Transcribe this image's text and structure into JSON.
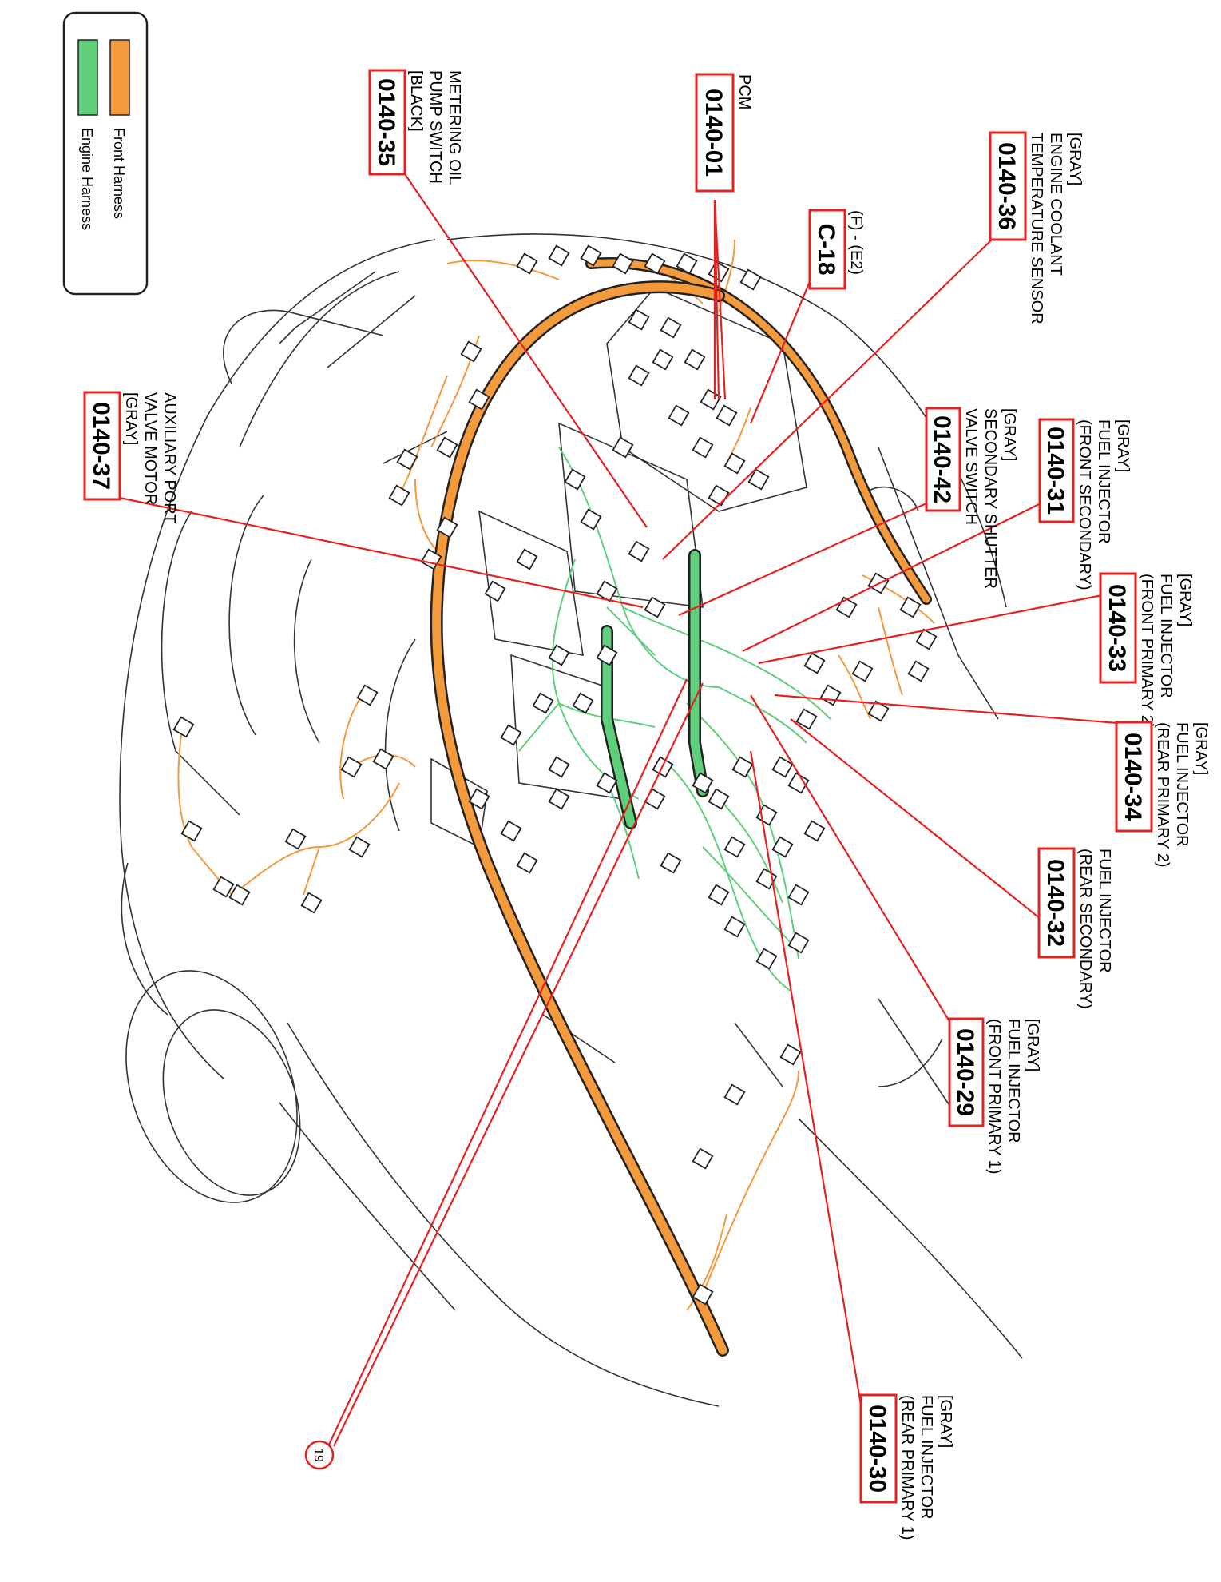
{
  "colors": {
    "front_harness": "#f39a3c",
    "engine_harness": "#5fcf7b",
    "callout": "#e52121",
    "outline": "#333333"
  },
  "legend": {
    "front": "Front Harness",
    "engine": "Engine Harness"
  },
  "callouts": [
    {
      "id": "c3501",
      "code": "0140-01",
      "lines": [
        "PCM"
      ]
    },
    {
      "id": "c3535",
      "code": "0140-35",
      "lines": [
        "METERING OIL",
        "PUMP SWITCH",
        "[BLACK]"
      ]
    },
    {
      "id": "c18",
      "code": "C-18",
      "lines": [
        "(F) - (E2)"
      ]
    },
    {
      "id": "c3536",
      "code": "0140-36",
      "lines": [
        "[GRAY]",
        "ENGINE COOLANT",
        "TEMPERATURE SENSOR"
      ]
    },
    {
      "id": "c3542",
      "code": "0140-42",
      "lines": [
        "[GRAY]",
        "SECONDARY SHUTTER",
        "VALVE SWITCH"
      ]
    },
    {
      "id": "c3531",
      "code": "0140-31",
      "lines": [
        "[GRAY]",
        "FUEL INJECTOR",
        "(FRONT SECONDARY)"
      ]
    },
    {
      "id": "c3533",
      "code": "0140-33",
      "lines": [
        "[GRAY]",
        "FUEL INJECTOR",
        "(FRONT PRIMARY 2)"
      ]
    },
    {
      "id": "c3534",
      "code": "0140-34",
      "lines": [
        "[GRAY]",
        "FUEL INJECTOR",
        "(REAR PRIMARY 2)"
      ]
    },
    {
      "id": "c3532",
      "code": "0140-32",
      "lines": [
        "FUEL INJECTOR",
        "(REAR SECONDARY)"
      ]
    },
    {
      "id": "c3529",
      "code": "0140-29",
      "lines": [
        "[GRAY]",
        "FUEL INJECTOR",
        "(FRONT PRIMARY 1)"
      ]
    },
    {
      "id": "c3530",
      "code": "0140-30",
      "lines": [
        "[GRAY]",
        "FUEL INJECTOR",
        "(REAR PRIMARY 1)"
      ]
    },
    {
      "id": "c3537",
      "code": "0140-37",
      "lines": [
        "AUXILIARY PORT",
        "VALVE MOTOR",
        "[GRAY]"
      ]
    }
  ],
  "page_number": "19"
}
